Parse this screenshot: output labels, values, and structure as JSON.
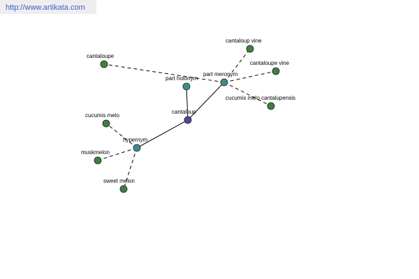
{
  "banner": {
    "url_text": "http://www.artikata.com"
  },
  "colors": {
    "root": "#4a4a9a",
    "relation": "#3f8c8c",
    "leaf": "#3f7f3f",
    "banner_bg": "#eeeeee",
    "link": "#3f5fc8"
  },
  "graph": {
    "root": {
      "label": "cantaloup"
    },
    "relations": [
      {
        "id": "hypernym",
        "label": "hypernym"
      },
      {
        "id": "part-holonym",
        "label": "part holonym"
      },
      {
        "id": "part-meronym",
        "label": "part meronym"
      }
    ],
    "leaves": [
      {
        "id": "cucumis-melo",
        "label": "cucumis melo",
        "relation": "hypernym"
      },
      {
        "id": "muskmelon",
        "label": "muskmelon",
        "relation": "hypernym"
      },
      {
        "id": "sweet-melon",
        "label": "sweet melon",
        "relation": "hypernym"
      },
      {
        "id": "cantaloupe",
        "label": "cantaloupe",
        "relation": "part-meronym"
      },
      {
        "id": "cantaloup-vine",
        "label": "cantaloup vine",
        "relation": "part-meronym"
      },
      {
        "id": "cantaloupe-vine",
        "label": "cantaloupe vine",
        "relation": "part-meronym"
      },
      {
        "id": "cucumis-melo-cantalupensis",
        "label": "cucumis melo cantalupensis",
        "relation": "part-meronym"
      }
    ]
  }
}
